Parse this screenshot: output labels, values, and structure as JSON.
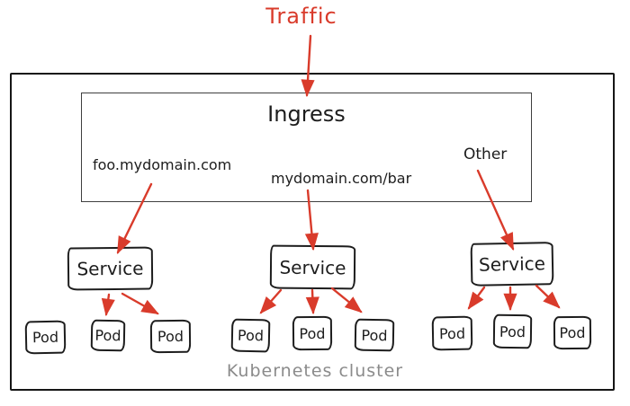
{
  "diagram": {
    "traffic_label": "Traffic",
    "ingress": {
      "title": "Ingress",
      "rules": [
        {
          "label": "foo.mydomain.com"
        },
        {
          "label": "mydomain.com/bar"
        },
        {
          "label": "Other"
        }
      ]
    },
    "groups": [
      {
        "service_label": "Service",
        "pods": [
          {
            "label": "Pod"
          },
          {
            "label": "Pod"
          },
          {
            "label": "Pod"
          }
        ]
      },
      {
        "service_label": "Service",
        "pods": [
          {
            "label": "Pod"
          },
          {
            "label": "Pod"
          },
          {
            "label": "Pod"
          }
        ]
      },
      {
        "service_label": "Service",
        "pods": [
          {
            "label": "Pod"
          },
          {
            "label": "Pod"
          },
          {
            "label": "Pod"
          }
        ]
      }
    ],
    "cluster_label": "Kubernetes cluster",
    "colors": {
      "arrow_red": "#d93b2b",
      "ink_black": "#1d1d1d",
      "muted_gray": "#8b8b8b"
    }
  }
}
